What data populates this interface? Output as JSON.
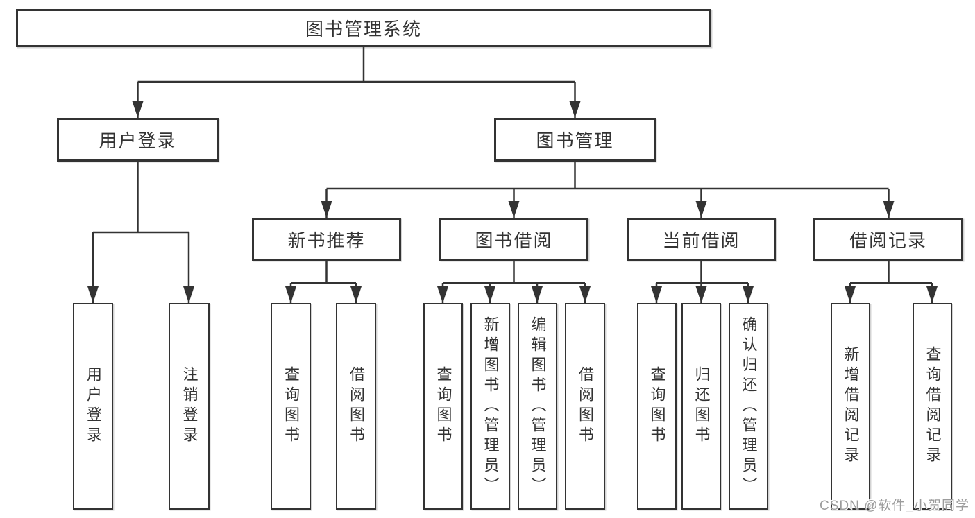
{
  "diagram": {
    "type": "org-tree",
    "root": {
      "label": "图书管理系统"
    },
    "level2": [
      {
        "label": "用户登录",
        "children": [
          "用户登录",
          "注销登录"
        ]
      },
      {
        "label": "图书管理",
        "children": [
          {
            "label": "新书推荐",
            "children": [
              "查询图书",
              "借阅图书"
            ]
          },
          {
            "label": "图书借阅",
            "children": [
              "查询图书",
              "新增图书（管理员）",
              "编辑图书（管理员）",
              "借阅图书"
            ]
          },
          {
            "label": "当前借阅",
            "children": [
              "查询图书",
              "归还图书",
              "确认归还（管理员）"
            ]
          },
          {
            "label": "借阅记录",
            "children": [
              "新增借阅记录",
              "查询借阅记录"
            ]
          }
        ]
      }
    ]
  },
  "colors": {
    "line": "#333333",
    "text": "#333333",
    "box_background": "#ffffff",
    "watermark": "#9c9c9c"
  },
  "watermark": "CSDN @软件_小贺同学"
}
